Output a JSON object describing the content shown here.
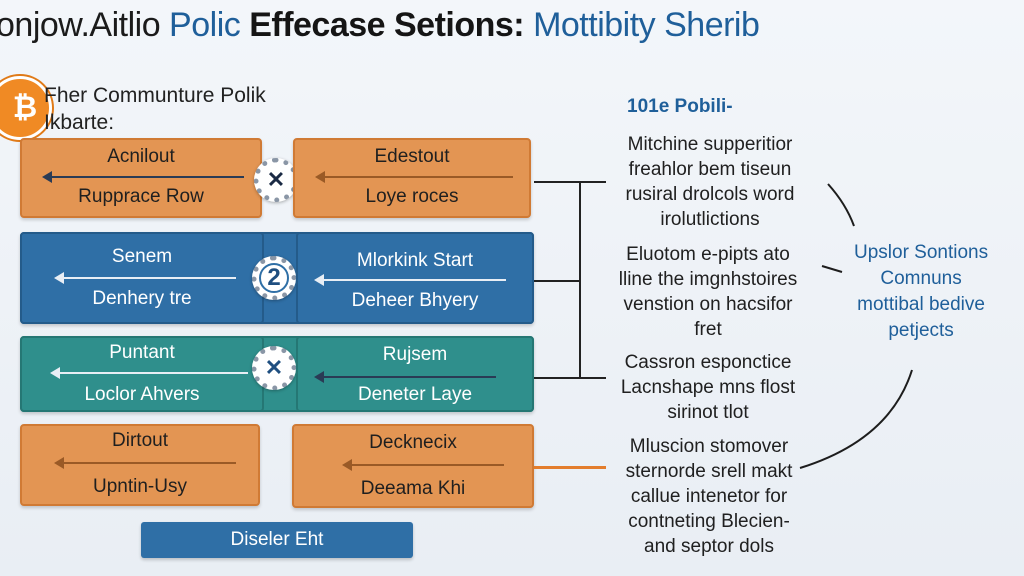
{
  "title": {
    "part1": "onjow.Aitlio ",
    "part2": "Polic ",
    "part3": "Effecase Setions: ",
    "part4": "Mottibity Sherib"
  },
  "icon": "bitcoin-icon",
  "subtitle": {
    "line1": "Fher Communture Polik",
    "line2": "Ikbarte:"
  },
  "rows": [
    {
      "left": {
        "top": "Acnilout",
        "bottom": "Rupprace Row",
        "color": "orange"
      },
      "badge": {
        "type": "x",
        "text": "✕"
      },
      "right": {
        "top": "Edestout",
        "bottom": "Loye roces",
        "color": "orange"
      }
    },
    {
      "left": {
        "top": "Senem",
        "bottom": "Denhery tre",
        "color": "blue"
      },
      "badge": {
        "type": "number",
        "text": "2"
      },
      "right": {
        "top": "Mlorkink Start",
        "bottom": "Deheer Bhyery",
        "color": "blue"
      }
    },
    {
      "left": {
        "top": "Puntant",
        "bottom": "Loclor Ahvers",
        "color": "teal"
      },
      "badge": {
        "type": "x",
        "text": "✕"
      },
      "right": {
        "top": "Rujsem",
        "bottom": "Deneter Laye",
        "color": "teal"
      }
    },
    {
      "left": {
        "top": "Dirtout",
        "bottom": "Upntin-Usy",
        "color": "orange"
      },
      "right": {
        "top": "Decknecix",
        "bottom": "Deeama Khi",
        "color": "orange"
      }
    }
  ],
  "bottom_button": "Diseler Eht",
  "right_header": "101e Pobili-",
  "descriptions": [
    [
      "Mitchine supperitior",
      "freahlor bem tiseun",
      "rusiral drolcols word",
      "irolutlictions"
    ],
    [
      "Eluotom e-pipts ato",
      "lline the imgnhstoires",
      "venstion on hacsifor",
      "fret"
    ],
    [
      "Cassron esponctice",
      "Lacnshape mns flost",
      "sirinot tlot"
    ],
    [
      "Mluscion stomover",
      "sternorde srell makt",
      "callue intenetor for",
      "contneting Blecien-",
      "and septor dols"
    ]
  ],
  "side_note": [
    "Upslor Sontions",
    "Comnuns",
    "mottibal bedive",
    "petjects"
  ],
  "colors": {
    "orange": "#e39553",
    "blue": "#2f6fa6",
    "teal": "#2f8f8c",
    "accent_text": "#1f5f9a",
    "connector_orange": "#e37d2c"
  }
}
